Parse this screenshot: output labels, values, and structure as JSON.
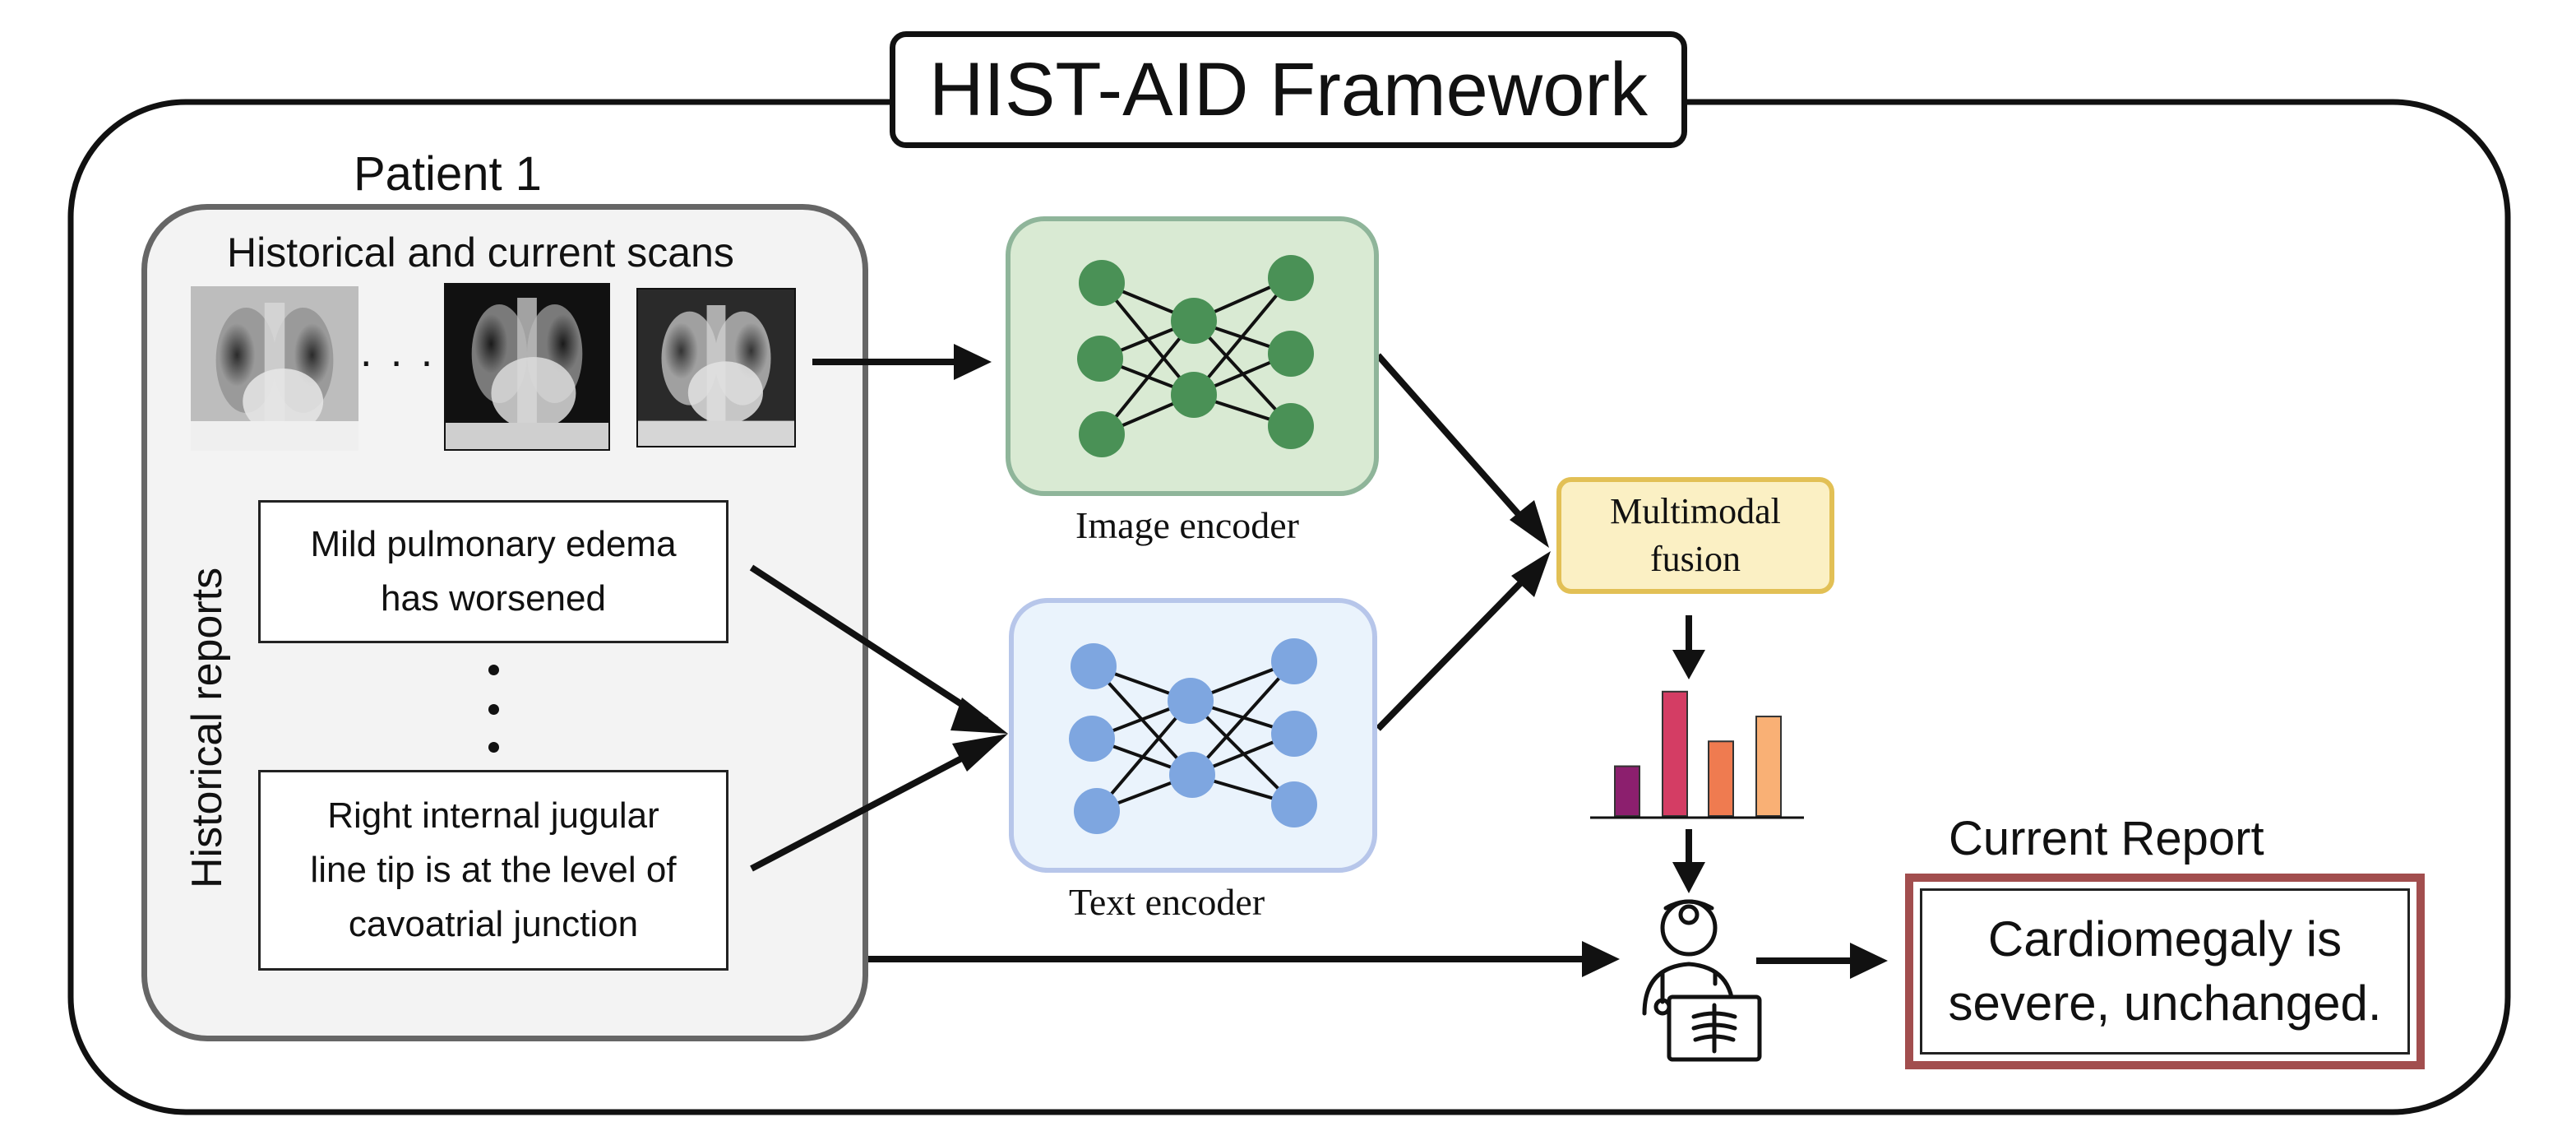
{
  "title": "HIST-AID Framework",
  "patient": {
    "label": "Patient 1",
    "scans_heading": "Historical and current scans",
    "scan_ellipsis": ". . .",
    "reports_axis_label": "Historical reports",
    "reports": [
      {
        "lines": [
          "Mild pulmonary edema",
          "has worsened"
        ]
      },
      {
        "lines": [
          "Right internal jugular",
          "line tip is at the level of",
          "cavoatrial junction"
        ]
      }
    ]
  },
  "encoders": {
    "image": {
      "label": "Image encoder",
      "fill": "#d9ead3",
      "stroke": "#8fb59a",
      "node_color": "#4a9156"
    },
    "text": {
      "label": "Text encoder",
      "fill": "#eaf3fc",
      "stroke": "#b7c6ea",
      "node_color": "#7ea6e0"
    }
  },
  "fusion": {
    "lines": [
      "Multimodal",
      "fusion"
    ],
    "fill": "#fbf0c4",
    "stroke": "#e2c055"
  },
  "output_bars": {
    "values": [
      0.28,
      0.7,
      0.42,
      0.56
    ],
    "colors": [
      "#8c1f6e",
      "#d43d64",
      "#ef7b50",
      "#f9b075"
    ]
  },
  "current_report": {
    "label": "Current Report",
    "lines": [
      "Cardiomegaly is",
      "severe, unchanged."
    ],
    "border_color": "#a24e4e"
  },
  "icons": {
    "doctor": "doctor-with-xray-icon"
  }
}
